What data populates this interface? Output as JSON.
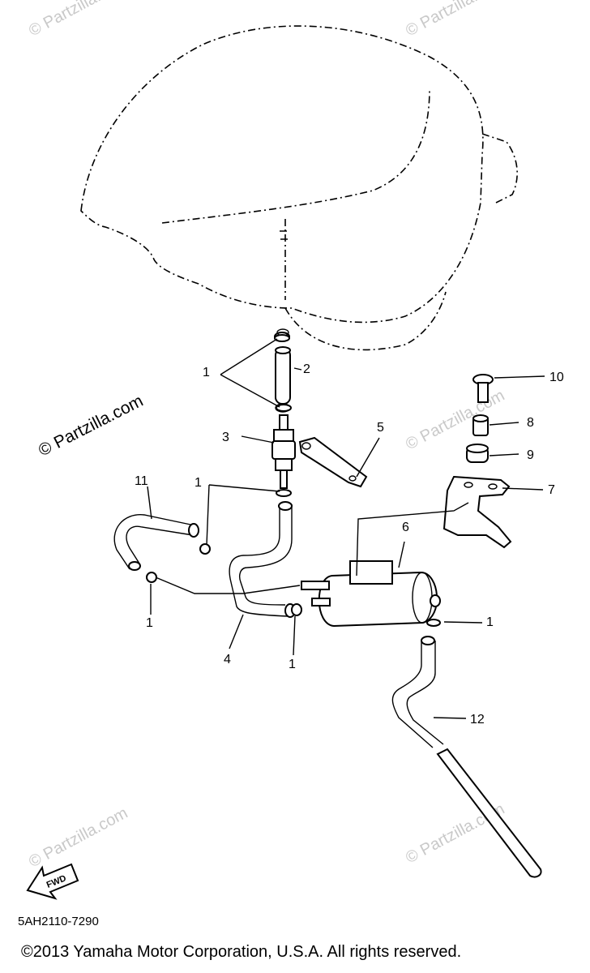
{
  "drawing_number": "5AH2110-7290",
  "copyright": "©2013 Yamaha Motor Corporation, U.S.A. All rights reserved.",
  "watermark_main": "© Partzilla.com",
  "watermark_faint": "© Partzilla.com",
  "fwd_label": "FWD",
  "callouts": {
    "c1a": "1",
    "c1b": "1",
    "c1c": "1",
    "c1d": "1",
    "c1e": "1",
    "c2": "2",
    "c3": "3",
    "c4": "4",
    "c5": "5",
    "c6": "6",
    "c7": "7",
    "c8": "8",
    "c9": "9",
    "c10": "10",
    "c11": "11",
    "c12": "12"
  }
}
